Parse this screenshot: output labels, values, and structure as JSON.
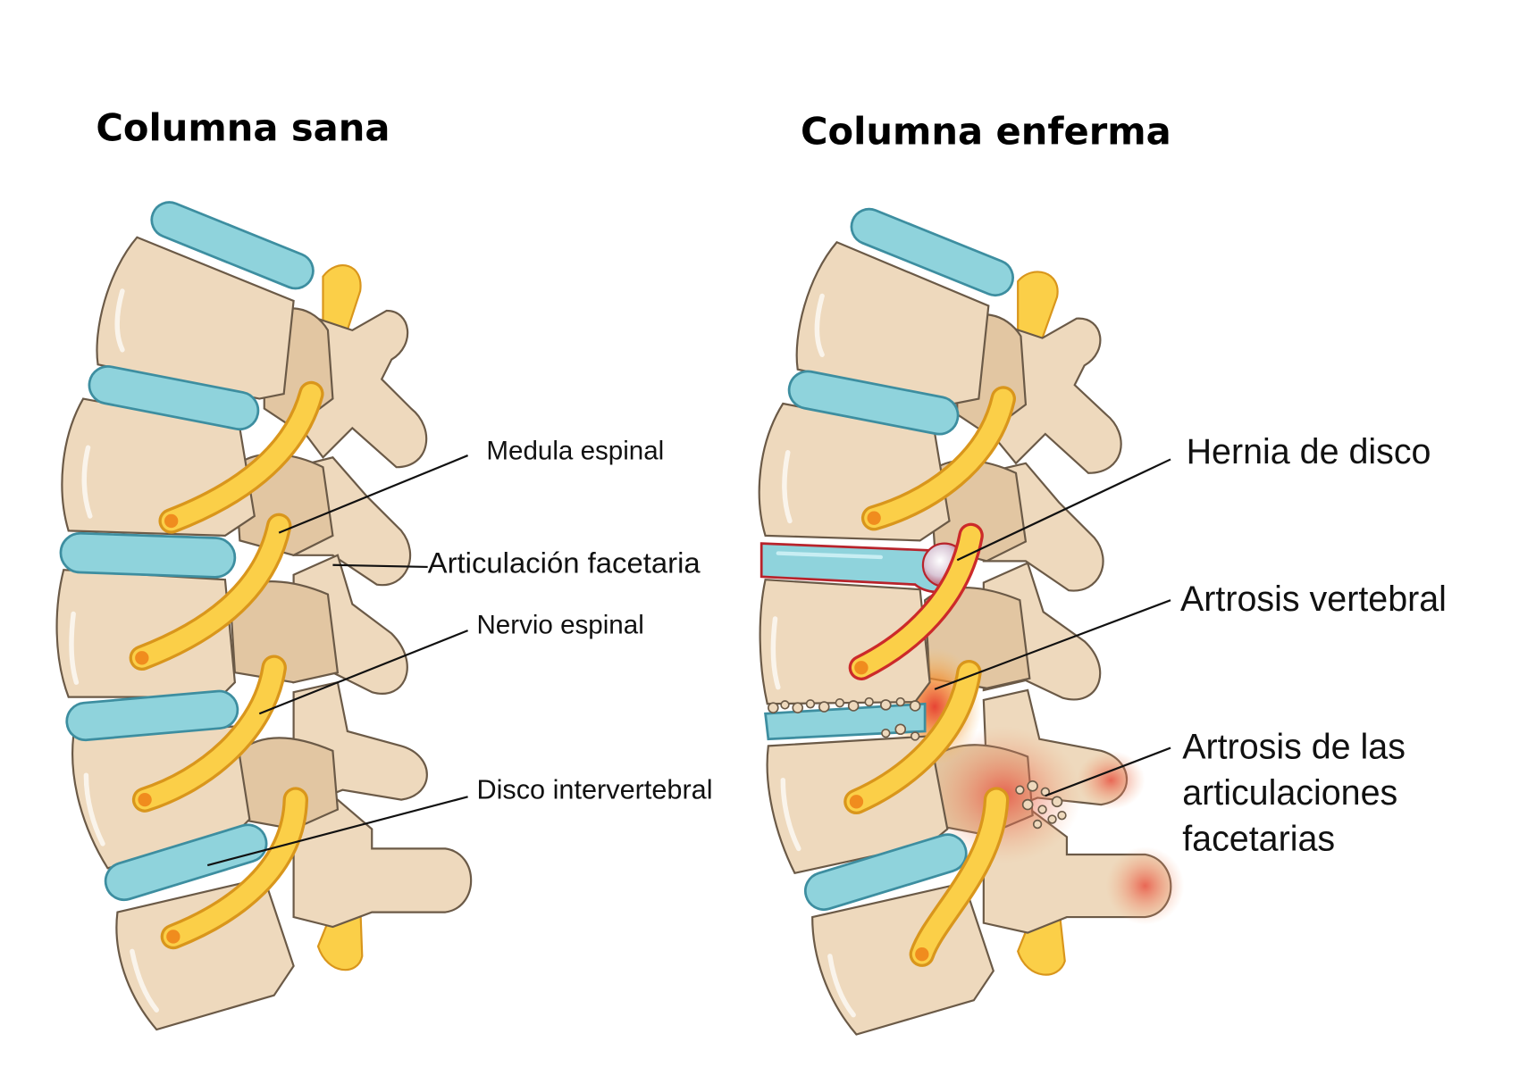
{
  "titles": {
    "healthy": "Columna sana",
    "diseased": "Columna enferma"
  },
  "labels_healthy": {
    "spinal_cord": "Medula espinal",
    "facet_joint": "Articulación facetaria",
    "spinal_nerve": "Nervio espinal",
    "intervertebral_disc": "Disco intervertebral"
  },
  "labels_diseased": {
    "disc_herniation": "Hernia de disco",
    "vertebral_arthrosis": "Artrosis vertebral",
    "facet_arthrosis_line1": "Artrosis de las",
    "facet_arthrosis_line2": "articulaciones",
    "facet_arthrosis_line3": "facetarias"
  },
  "colors": {
    "bone": "#eed9bd",
    "disc": "#8fd3dc",
    "nerve": "#fbcf48",
    "inflammation": "#e53a2a"
  }
}
